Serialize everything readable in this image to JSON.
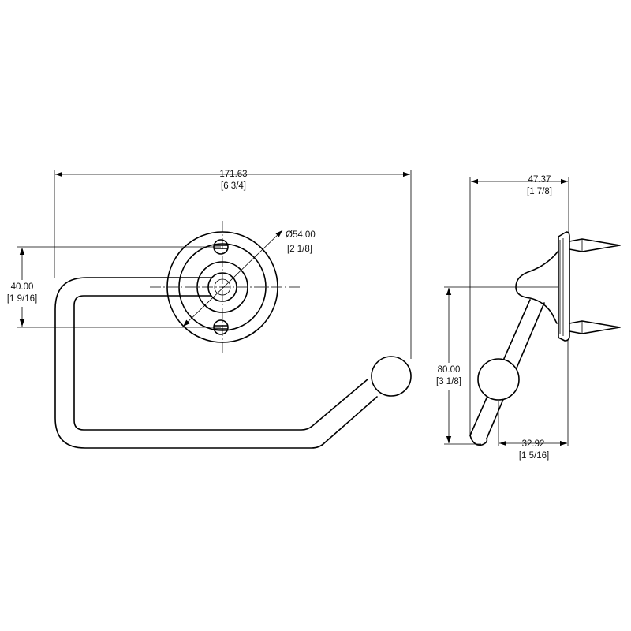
{
  "dimensions": {
    "overall_width": {
      "metric": "171.63",
      "imperial": "[6 3/4]"
    },
    "screw_spacing": {
      "metric": "40.00",
      "imperial": "[1 9/16]"
    },
    "rose_diameter": {
      "metric": "Ø54.00",
      "imperial": "[2 1/8]"
    },
    "projection": {
      "metric": "47.37",
      "imperial": "[1 7/8]"
    },
    "height": {
      "metric": "80.00",
      "imperial": "[3 1/8]"
    },
    "offset": {
      "metric": "32.92",
      "imperial": "[1 5/16]"
    }
  }
}
